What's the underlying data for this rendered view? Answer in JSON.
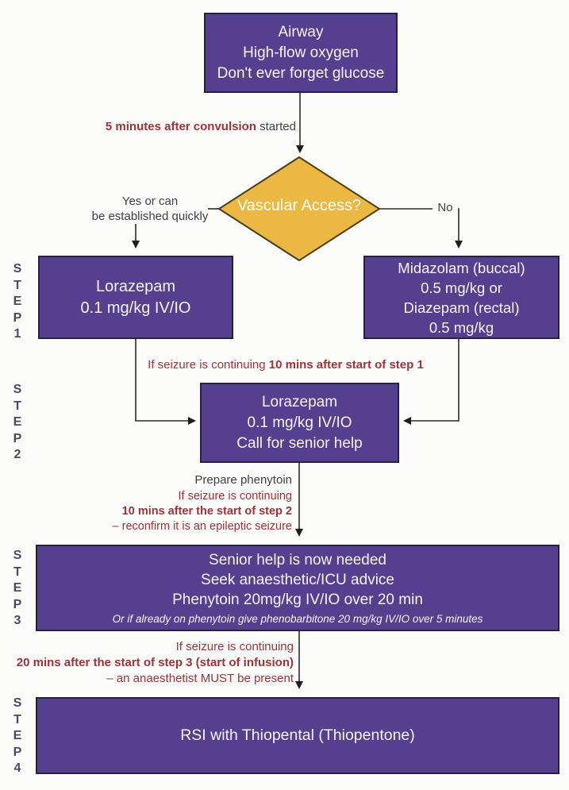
{
  "palette": {
    "purple": "#54408e",
    "purple-border": "#27203f",
    "amber": "#ecb844",
    "amber-border": "#4c3f14",
    "red": "#a03338",
    "gray": "#3f3f46",
    "step-label": "#4a4a68",
    "line": "#2b2b2b",
    "box-text": "#f6f3f8"
  },
  "boxes": {
    "airway": {
      "line1": "Airway",
      "line2": "High-flow oxygen",
      "line3": "Don't ever forget glucose"
    },
    "step1_iv": {
      "line1": "Lorazepam",
      "line2": "0.1 mg/kg IV/IO"
    },
    "step1_no_iv": {
      "line1": "Midazolam (buccal)",
      "line2": "0.5 mg/kg or",
      "line3": "Diazepam (rectal)",
      "line4": "0.5 mg/kg"
    },
    "step2": {
      "line1": "Lorazepam",
      "line2": "0.1 mg/kg IV/IO",
      "line3": "Call for senior help"
    },
    "step3": {
      "line1": "Senior help is now needed",
      "line2": "Seek anaesthetic/ICU advice",
      "line3": "Phenytoin 20mg/kg IV/IO over 20 min",
      "note": "Or if already on phenytoin give phenobarbitone 20 mg/kg IV/IO over 5 minutes"
    },
    "step4": {
      "line1": "RSI with Thiopental (Thiopentone)"
    }
  },
  "decision": {
    "question": "Vascular Access?",
    "yes_label": "Yes or can\nbe established quickly",
    "no_label": "No"
  },
  "annotations": {
    "after_convulsion": {
      "bold": "5 minutes after convulsion",
      "normal": " started"
    },
    "after_step1": {
      "normal": "If seizure is continuing ",
      "bold": "10 mins after start of  step 1"
    },
    "prepare": "Prepare phenytoin",
    "after_step2": {
      "line1": "If seizure is continuing",
      "line2": "10 mins after the start of step 2",
      "line3": "– reconfirm it is an epileptic seizure"
    },
    "after_step3": {
      "line1": "If seizure is continuing",
      "line2": "20 mins after the start of step 3 (start of infusion)",
      "line3": "– an anaesthetist MUST be present"
    }
  },
  "step_labels": {
    "step1": "S\nT\nE\nP\n1",
    "step2": "S\nT\nE\nP\n2",
    "step3": "S\nT\nE\nP\n3",
    "step4": "S\nT\nE\nP\n4"
  }
}
